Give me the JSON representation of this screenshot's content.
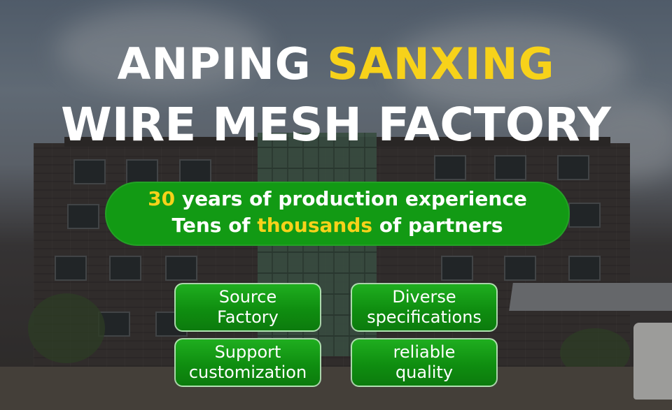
{
  "title": {
    "line1_white": "ANPING",
    "line1_yellow": "SANXING",
    "line2": "WIRE MESH FACTORY"
  },
  "highlight": {
    "line1_number": "30",
    "line1_rest": "years of production experience",
    "line2_start": "Tens of",
    "line2_highlight": "thousands",
    "line2_end": "of partners"
  },
  "features": [
    {
      "line1": "Source",
      "line2": "Factory"
    },
    {
      "line1": "Diverse",
      "line2": "specifications"
    },
    {
      "line1": "Support",
      "line2": "customization"
    },
    {
      "line1": "reliable",
      "line2": "quality"
    }
  ],
  "colors": {
    "accent_yellow": "#f7d21a",
    "pill_green": "#129a14",
    "feature_green": "#0f8e10"
  }
}
